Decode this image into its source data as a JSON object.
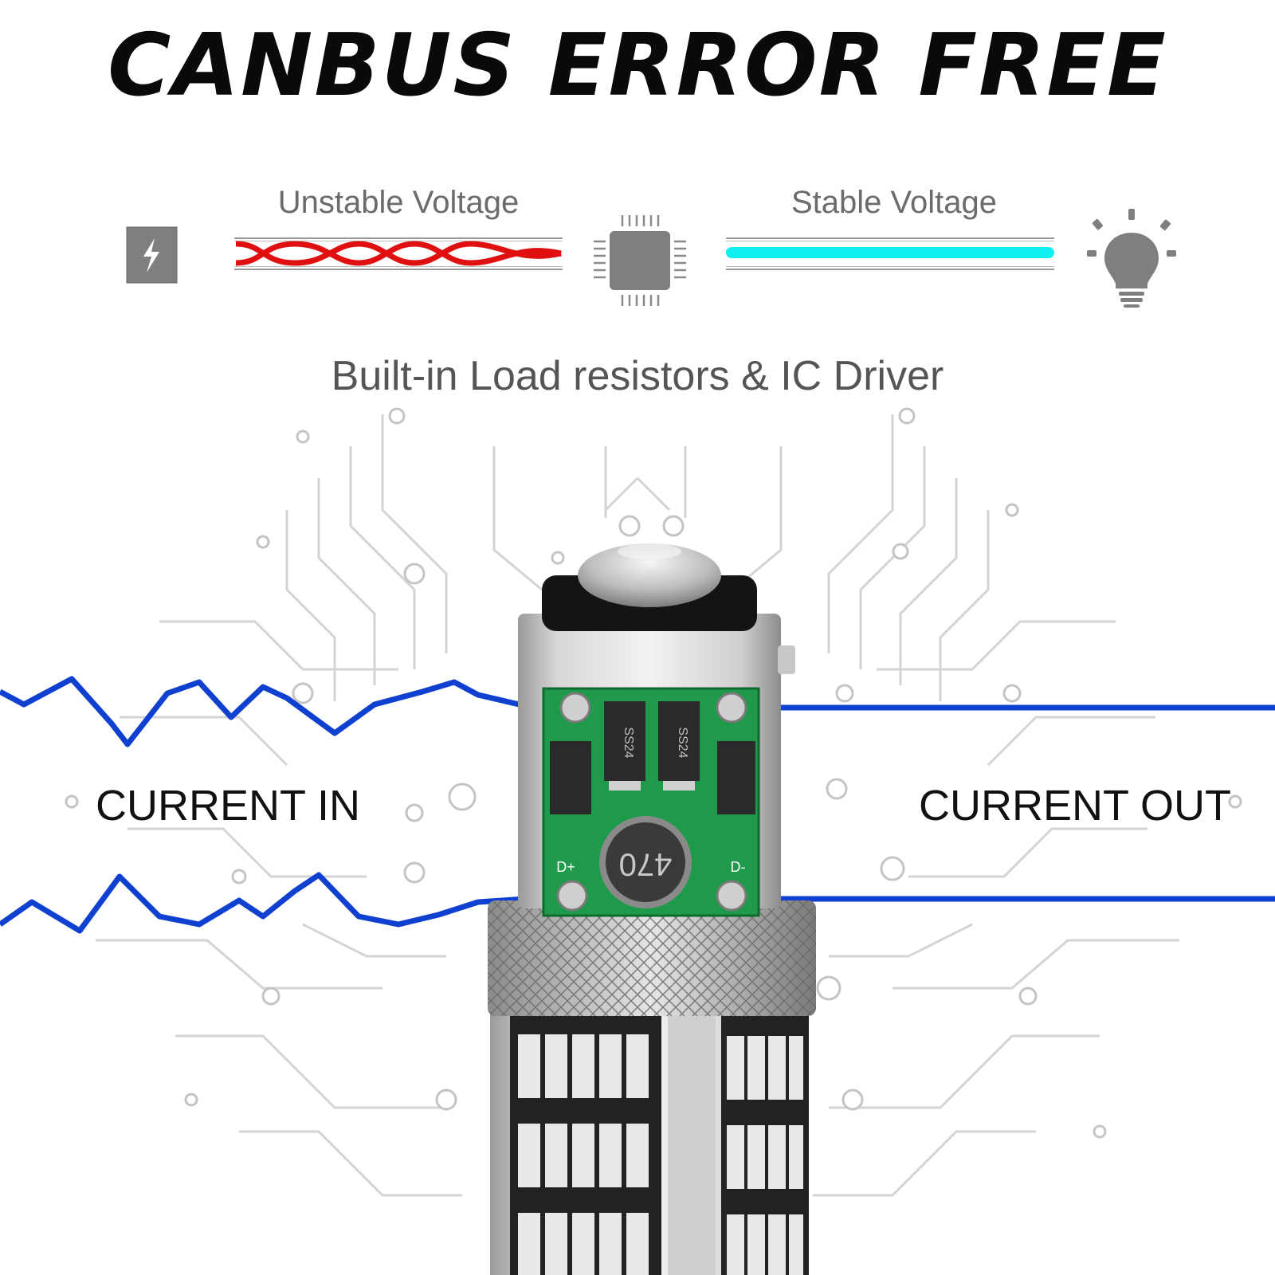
{
  "headline": "CANBUS ERROR FREE",
  "voltage": {
    "unstable_label": "Unstable Voltage",
    "stable_label": "Stable Voltage"
  },
  "subtitle": "Built-in Load resistors & IC Driver",
  "current_in_label": "CURRENT IN",
  "current_out_label": "CURRENT OUT",
  "board": {
    "inductor_marking": "470",
    "diode_marking": "SS24",
    "pad_left": "D+",
    "pad_right": "D-"
  },
  "icons": [
    "power-icon",
    "chip-icon",
    "light-bulb-icon"
  ],
  "colors": {
    "unstable_wave": "#e01010",
    "stable_line": "#10f0f0",
    "current_wave": "#1040d0",
    "pcb_green": "#1f9a4a"
  }
}
